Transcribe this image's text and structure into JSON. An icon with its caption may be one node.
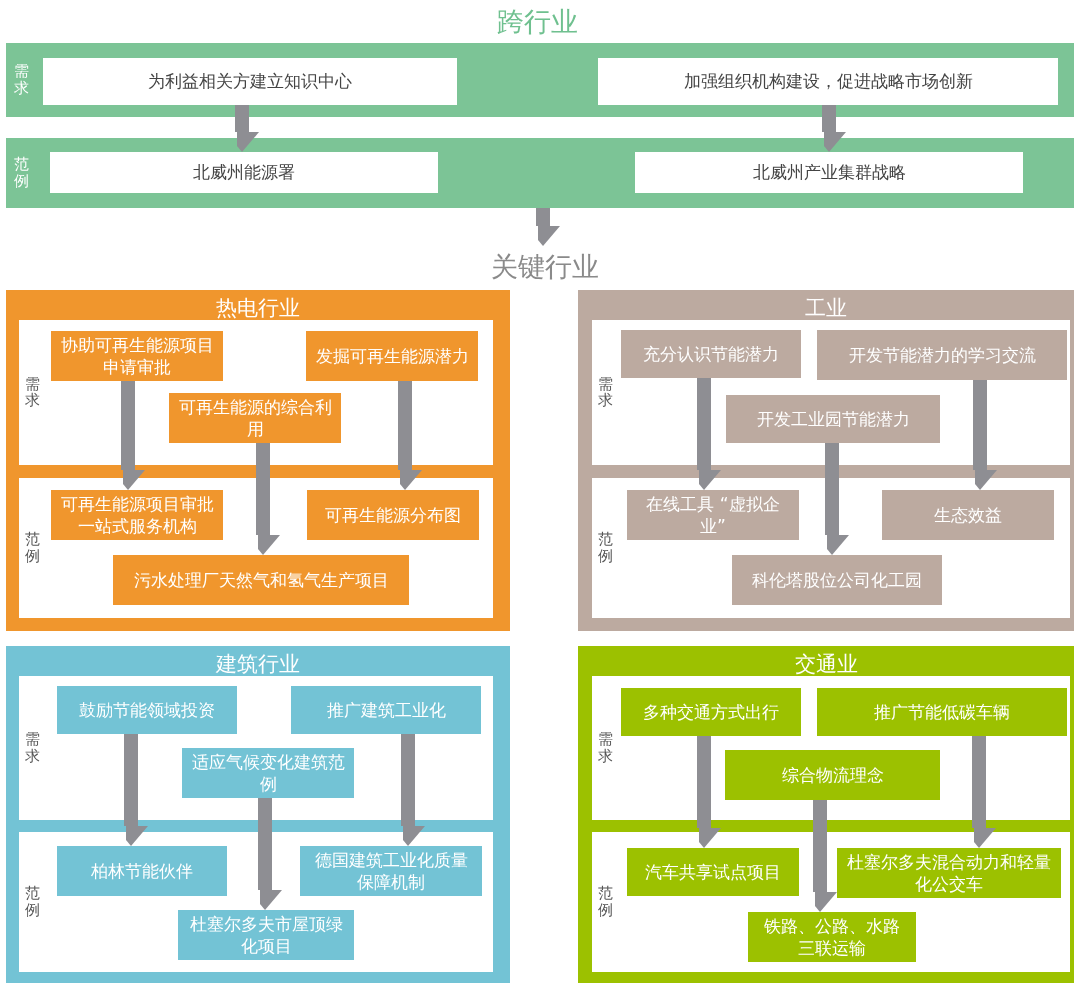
{
  "diagram": {
    "title": "跨行业",
    "nodes": [
      {
        "text": [
          "需求"
        ]
      },
      {
        "text": [
          "为利益相关方建立知识中心"
        ],
        "in": 0
      },
      {
        "text": [
          "加强组织机构建设，促进战略市场创新"
        ],
        "in": 0
      },
      {
        "text": [
          "范例"
        ]
      },
      {
        "text": [
          "北威州能源署"
        ],
        "in": 3
      },
      {
        "text": [
          "北威州产业集群战略"
        ],
        "in": 3
      },
      {
        "text": [
          "关键行业"
        ]
      },
      {
        "text": [
          "热电行业"
        ]
      },
      {
        "text": [
          "需求"
        ],
        "in": 7
      },
      {
        "text": [
          "协助可再生能源项目申请审批"
        ],
        "in": 8
      },
      {
        "text": [
          "发掘可再生能源潜力"
        ],
        "in": 8
      },
      {
        "text": [
          "可再生能源的综合利用"
        ],
        "in": 8
      },
      {
        "text": [
          "范例"
        ],
        "in": 7
      },
      {
        "text": [
          "可再生能源项目审批一站式服务机构"
        ],
        "in": 12
      },
      {
        "text": [
          "可再生能源分布图"
        ],
        "in": 12
      },
      {
        "text": [
          "污水处理厂天然气和氢气生产项目"
        ],
        "in": 12
      },
      {
        "text": [
          "工业"
        ]
      },
      {
        "text": [
          "需求"
        ],
        "in": 16
      },
      {
        "text": [
          "充分认识节能潜力"
        ],
        "in": 17
      },
      {
        "text": [
          "开发节能潜力的学习交流"
        ],
        "in": 17
      },
      {
        "text": [
          "开发工业园节能潜力"
        ],
        "in": 17
      },
      {
        "text": [
          "范例"
        ],
        "in": 16
      },
      {
        "text": [
          "在线工具 “虚拟企业”"
        ],
        "in": 21
      },
      {
        "text": [
          "生态效益"
        ],
        "in": 21
      },
      {
        "text": [
          "科伦塔股位公司化工园"
        ],
        "in": 21
      },
      {
        "text": [
          "建筑行业"
        ]
      },
      {
        "text": [
          "需求"
        ],
        "in": 25
      },
      {
        "text": [
          "鼓励节能领域投资"
        ],
        "in": 26
      },
      {
        "text": [
          "推广建筑工业化"
        ],
        "in": 26
      },
      {
        "text": [
          "适应气候变化建筑范例"
        ],
        "in": 26
      },
      {
        "text": [
          "范例"
        ],
        "in": 25
      },
      {
        "text": [
          "柏林节能伙伴"
        ],
        "in": 30
      },
      {
        "text": [
          "德国建筑工业化质量保障机制"
        ],
        "in": 30
      },
      {
        "text": [
          "杜塞尔多夫市屋顶绿化项目"
        ],
        "in": 30
      },
      {
        "text": [
          "交通业"
        ]
      },
      {
        "text": [
          "需求"
        ],
        "in": 34
      },
      {
        "text": [
          "多种交通方式出行"
        ],
        "in": 35
      },
      {
        "text": [
          "推广节能低碳车辆"
        ],
        "in": 35
      },
      {
        "text": [
          "综合物流理念"
        ],
        "in": 35
      },
      {
        "text": [
          "范例"
        ],
        "in": 34
      },
      {
        "text": [
          "汽车共享试点项目"
        ],
        "in": 39
      },
      {
        "text": [
          "杜塞尔多夫混合动力和轻量化公交车"
        ],
        "in": 39
      },
      {
        "text": [
          "铁路、公路、水路三联运输"
        ],
        "in": 39
      }
    ],
    "edges": [
      {
        "from": 1,
        "to": 4,
        "arrow": "to"
      },
      {
        "from": 2,
        "to": 5,
        "arrow": "to"
      },
      {
        "from": 3,
        "to": 6,
        "arrow": "to"
      },
      {
        "from": 9,
        "to": 13,
        "arrow": "to"
      },
      {
        "from": 10,
        "to": 14,
        "arrow": "to"
      },
      {
        "from": 11,
        "to": 15,
        "arrow": "to"
      },
      {
        "from": 18,
        "to": 22,
        "arrow": "to"
      },
      {
        "from": 19,
        "to": 23,
        "arrow": "to"
      },
      {
        "from": 20,
        "to": 24,
        "arrow": "to"
      },
      {
        "from": 27,
        "to": 31,
        "arrow": "to"
      },
      {
        "from": 28,
        "to": 32,
        "arrow": "to"
      },
      {
        "from": 29,
        "to": 33,
        "arrow": "to"
      },
      {
        "from": 36,
        "to": 40,
        "arrow": "to"
      },
      {
        "from": 37,
        "to": 41,
        "arrow": "to"
      },
      {
        "from": 38,
        "to": 42,
        "arrow": "to"
      }
    ]
  }
}
